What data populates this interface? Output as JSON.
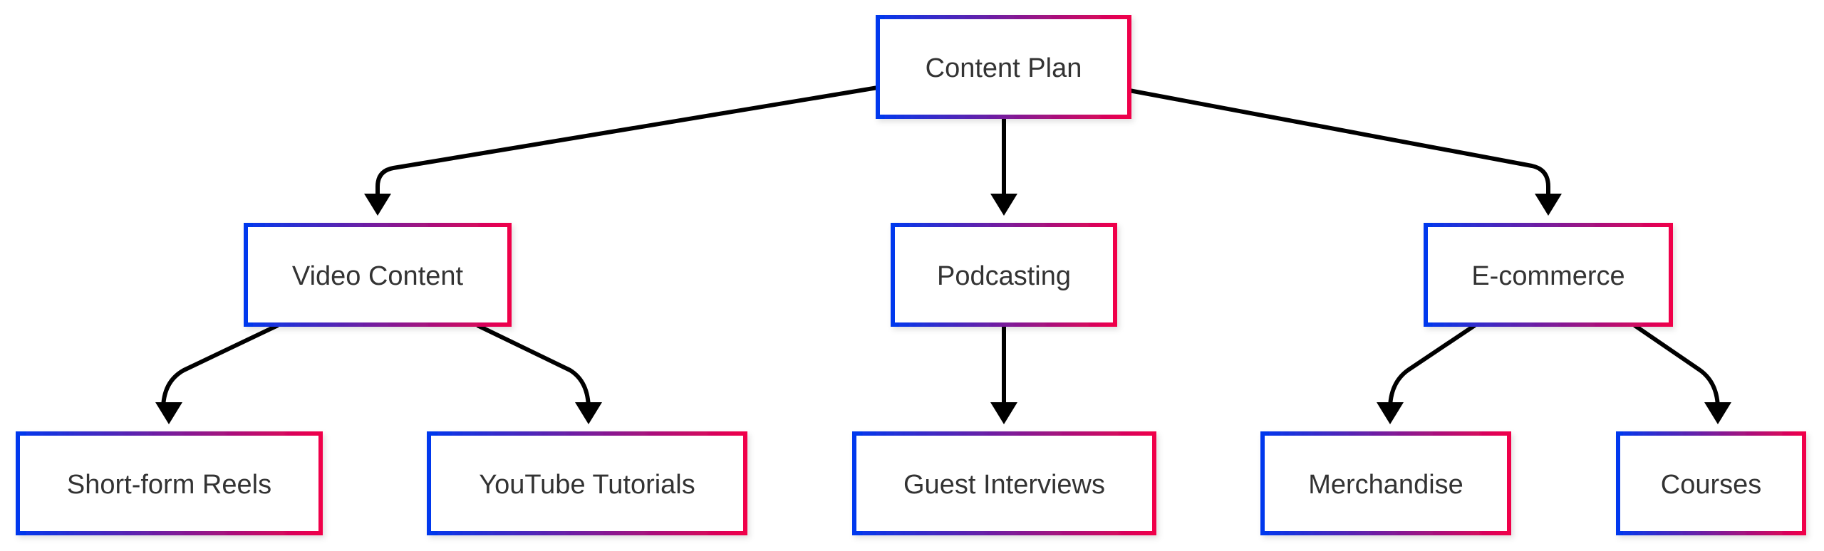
{
  "diagram": {
    "type": "tree-flowchart",
    "direction": "top-down",
    "colors": {
      "border_gradient_start": "#0038ee",
      "border_gradient_end": "#f0004a",
      "text": "#333333",
      "edge": "#000000",
      "background": "#ffffff"
    },
    "nodes": [
      {
        "id": "content-plan",
        "label": "Content Plan",
        "level": 0
      },
      {
        "id": "video-content",
        "label": "Video Content",
        "level": 1
      },
      {
        "id": "podcasting",
        "label": "Podcasting",
        "level": 1
      },
      {
        "id": "e-commerce",
        "label": "E-commerce",
        "level": 1
      },
      {
        "id": "short-form-reels",
        "label": "Short-form Reels",
        "level": 2
      },
      {
        "id": "youtube-tutorials",
        "label": "YouTube Tutorials",
        "level": 2
      },
      {
        "id": "guest-interviews",
        "label": "Guest Interviews",
        "level": 2
      },
      {
        "id": "merchandise",
        "label": "Merchandise",
        "level": 2
      },
      {
        "id": "courses",
        "label": "Courses",
        "level": 2
      }
    ],
    "edges": [
      {
        "from": "content-plan",
        "to": "video-content"
      },
      {
        "from": "content-plan",
        "to": "podcasting"
      },
      {
        "from": "content-plan",
        "to": "e-commerce"
      },
      {
        "from": "video-content",
        "to": "short-form-reels"
      },
      {
        "from": "video-content",
        "to": "youtube-tutorials"
      },
      {
        "from": "podcasting",
        "to": "guest-interviews"
      },
      {
        "from": "e-commerce",
        "to": "merchandise"
      },
      {
        "from": "e-commerce",
        "to": "courses"
      }
    ]
  }
}
